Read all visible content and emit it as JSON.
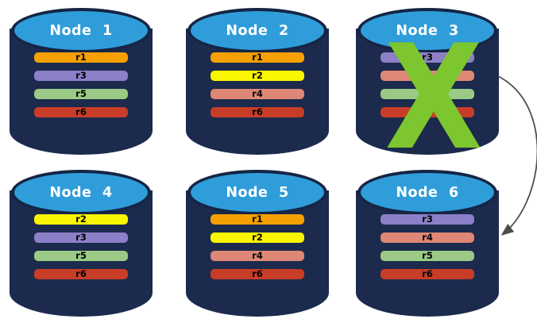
{
  "diagram": {
    "nodes": [
      {
        "label": "Node 1",
        "failed": false,
        "replicas": [
          "r1",
          "r3",
          "r5",
          "r6"
        ]
      },
      {
        "label": "Node 2",
        "failed": false,
        "replicas": [
          "r1",
          "r2",
          "r4",
          "r6"
        ]
      },
      {
        "label": "Node 3",
        "failed": true,
        "replicas": [
          "r3",
          "r4",
          "r5",
          "r6"
        ]
      },
      {
        "label": "Node 4",
        "failed": false,
        "replicas": [
          "r2",
          "r3",
          "r5",
          "r6"
        ]
      },
      {
        "label": "Node 5",
        "failed": false,
        "replicas": [
          "r1",
          "r2",
          "r4",
          "r6"
        ]
      },
      {
        "label": "Node 6",
        "failed": false,
        "replicas": [
          "r3",
          "r4",
          "r5",
          "r6"
        ]
      }
    ],
    "replica_colors": {
      "r1": "#F6A001",
      "r2": "#FAF500",
      "r3": "#8C80C8",
      "r4": "#DF8776",
      "r5": "#9ACA85",
      "r6": "#C83D27"
    },
    "node_style": {
      "body_color": "#1B2A4D",
      "top_color": "#2F9DDA",
      "top_border_color": "#152544",
      "label_color": "#FFFFFF",
      "bar_text_color": "#000000"
    },
    "failure_mark": {
      "glyph": "X",
      "color": "#7DC62F",
      "node": "Node 3"
    },
    "arrow": {
      "from": "Node 3",
      "to": "Node 6",
      "color": "#4D4D4D"
    }
  }
}
